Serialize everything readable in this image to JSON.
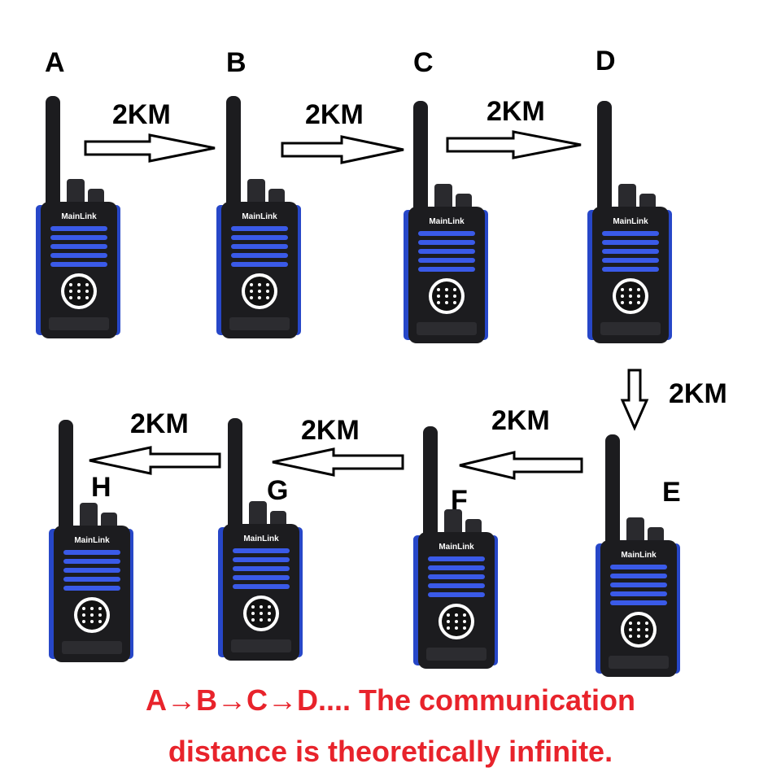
{
  "nodes": [
    {
      "label": "A",
      "brand": "MainLink"
    },
    {
      "label": "B",
      "brand": "MainLink"
    },
    {
      "label": "C",
      "brand": "MainLink"
    },
    {
      "label": "D",
      "brand": "MainLink"
    },
    {
      "label": "E",
      "brand": "MainLink"
    },
    {
      "label": "F",
      "brand": "MainLink"
    },
    {
      "label": "G",
      "brand": "MainLink"
    },
    {
      "label": "H",
      "brand": "MainLink"
    }
  ],
  "links": [
    {
      "from": "A",
      "to": "B",
      "distance": "2KM"
    },
    {
      "from": "B",
      "to": "C",
      "distance": "2KM"
    },
    {
      "from": "C",
      "to": "D",
      "distance": "2KM"
    },
    {
      "from": "D",
      "to": "E",
      "distance": "2KM"
    },
    {
      "from": "E",
      "to": "F",
      "distance": "2KM"
    },
    {
      "from": "F",
      "to": "G",
      "distance": "2KM"
    },
    {
      "from": "G",
      "to": "H",
      "distance": "2KM"
    }
  ],
  "caption": {
    "line1": "A→B→C→D....  The communication",
    "line2": "distance is theoretically infinite.",
    "color": "#e8232b"
  },
  "colors": {
    "radio_body": "#1c1c1f",
    "radio_accent": "#2747c8",
    "radio_grille": "#3a5ae8",
    "arrow_stroke": "#000000"
  }
}
